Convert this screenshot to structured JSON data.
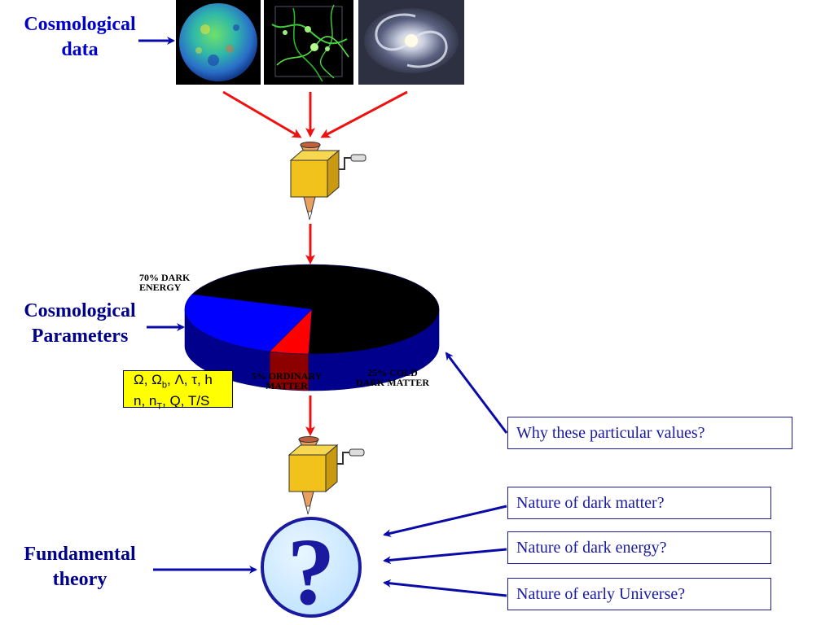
{
  "labels": {
    "cosmo_data": [
      "Cosmological",
      "data"
    ],
    "cosmo_params": [
      "Cosmological",
      "Parameters"
    ],
    "fundamental": [
      "Fundamental",
      "theory"
    ]
  },
  "pie": {
    "slices": [
      {
        "name": "DARK ENERGY",
        "percent": 70,
        "label_lines": [
          "70% DARK",
          "ENERGY"
        ],
        "color": "#000000"
      },
      {
        "name": "COLD DARK MATTER",
        "percent": 25,
        "label_lines": [
          "25% COLD",
          "DARK MATTER"
        ],
        "color": "#0000ff"
      },
      {
        "name": "ORDINARY MATTER",
        "percent": 5,
        "label_lines": [
          "5% ORDINARY",
          "MATTER"
        ],
        "color": "#ff0000"
      }
    ]
  },
  "params_box": {
    "line1": "Ω, Ωb, Λ, τ, h",
    "line2": "n, nT, Q, T/S"
  },
  "questions": {
    "values": "Why these particular values?",
    "dark_matter": "Nature of dark matter?",
    "dark_energy": "Nature of dark energy?",
    "early_universe": "Nature of early Universe?"
  },
  "question_mark": "?",
  "colors": {
    "label_top": "#0000cc",
    "label_mid": "#00008b",
    "arrow_blue": "#0a0aa8",
    "arrow_red": "#ee1111",
    "question_circle_fill": "#cfe9ff",
    "question_circle_stroke": "#1a1aa0",
    "machine_box": "#f2c21c"
  }
}
